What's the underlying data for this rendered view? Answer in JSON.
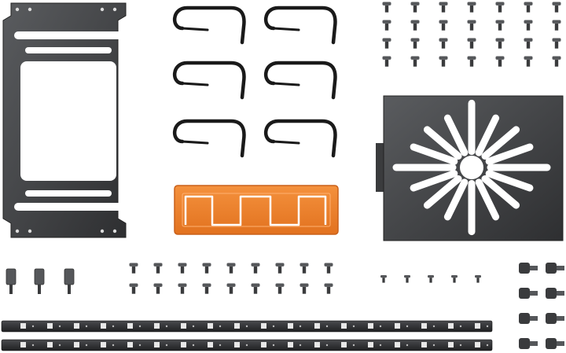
{
  "scene": {
    "description_free": true,
    "colors": {
      "background": "#ffffff",
      "metal_dark": "#3a3b3d",
      "metal_mid": "#55575a",
      "metal_light": "#8a8c8f",
      "hook": "#1a1a1a",
      "organizer_orange": "#f0802a",
      "organizer_edge": "#d8681a",
      "strip_dark": "#2b2c2e",
      "led_white": "#e8e8e8"
    },
    "counts": {
      "hooks": 6,
      "top_screw_rows": 4,
      "top_screw_cols": 7,
      "standoffs": 3,
      "mid_screw_rows": 2,
      "mid_screw_cols": 9,
      "small_screws": 5,
      "thumb_screw_rows": 4,
      "thumb_screw_cols": 2,
      "led_strips": 2,
      "leds_per_strip": 18
    },
    "icons": {
      "bracket": "mounting-bracket-icon",
      "hook": "cable-hook-icon",
      "screw": "screw-icon",
      "organizer": "cable-organizer-icon",
      "drive_tray": "drive-tray-icon",
      "standoff": "standoff-icon",
      "thumb_screw": "thumb-screw-icon",
      "led_strip": "led-strip-icon"
    }
  }
}
